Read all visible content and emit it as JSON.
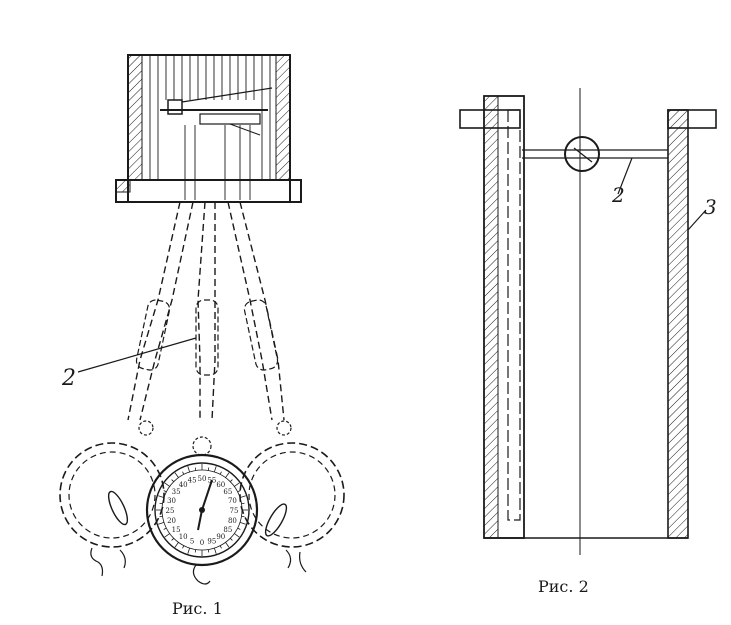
{
  "figures": [
    {
      "caption": "Рис. 1",
      "callouts": [
        "2"
      ]
    },
    {
      "caption": "Рис. 2",
      "callouts": [
        "2",
        "3"
      ]
    }
  ],
  "dial_numbers": [
    "50",
    "45",
    "55",
    "40",
    "60",
    "35",
    "65",
    "30",
    "70",
    "25",
    "75",
    "20",
    "80",
    "85",
    "15",
    "90",
    "10",
    "95",
    "5",
    "0"
  ],
  "ink_color": "#1a1a1a"
}
